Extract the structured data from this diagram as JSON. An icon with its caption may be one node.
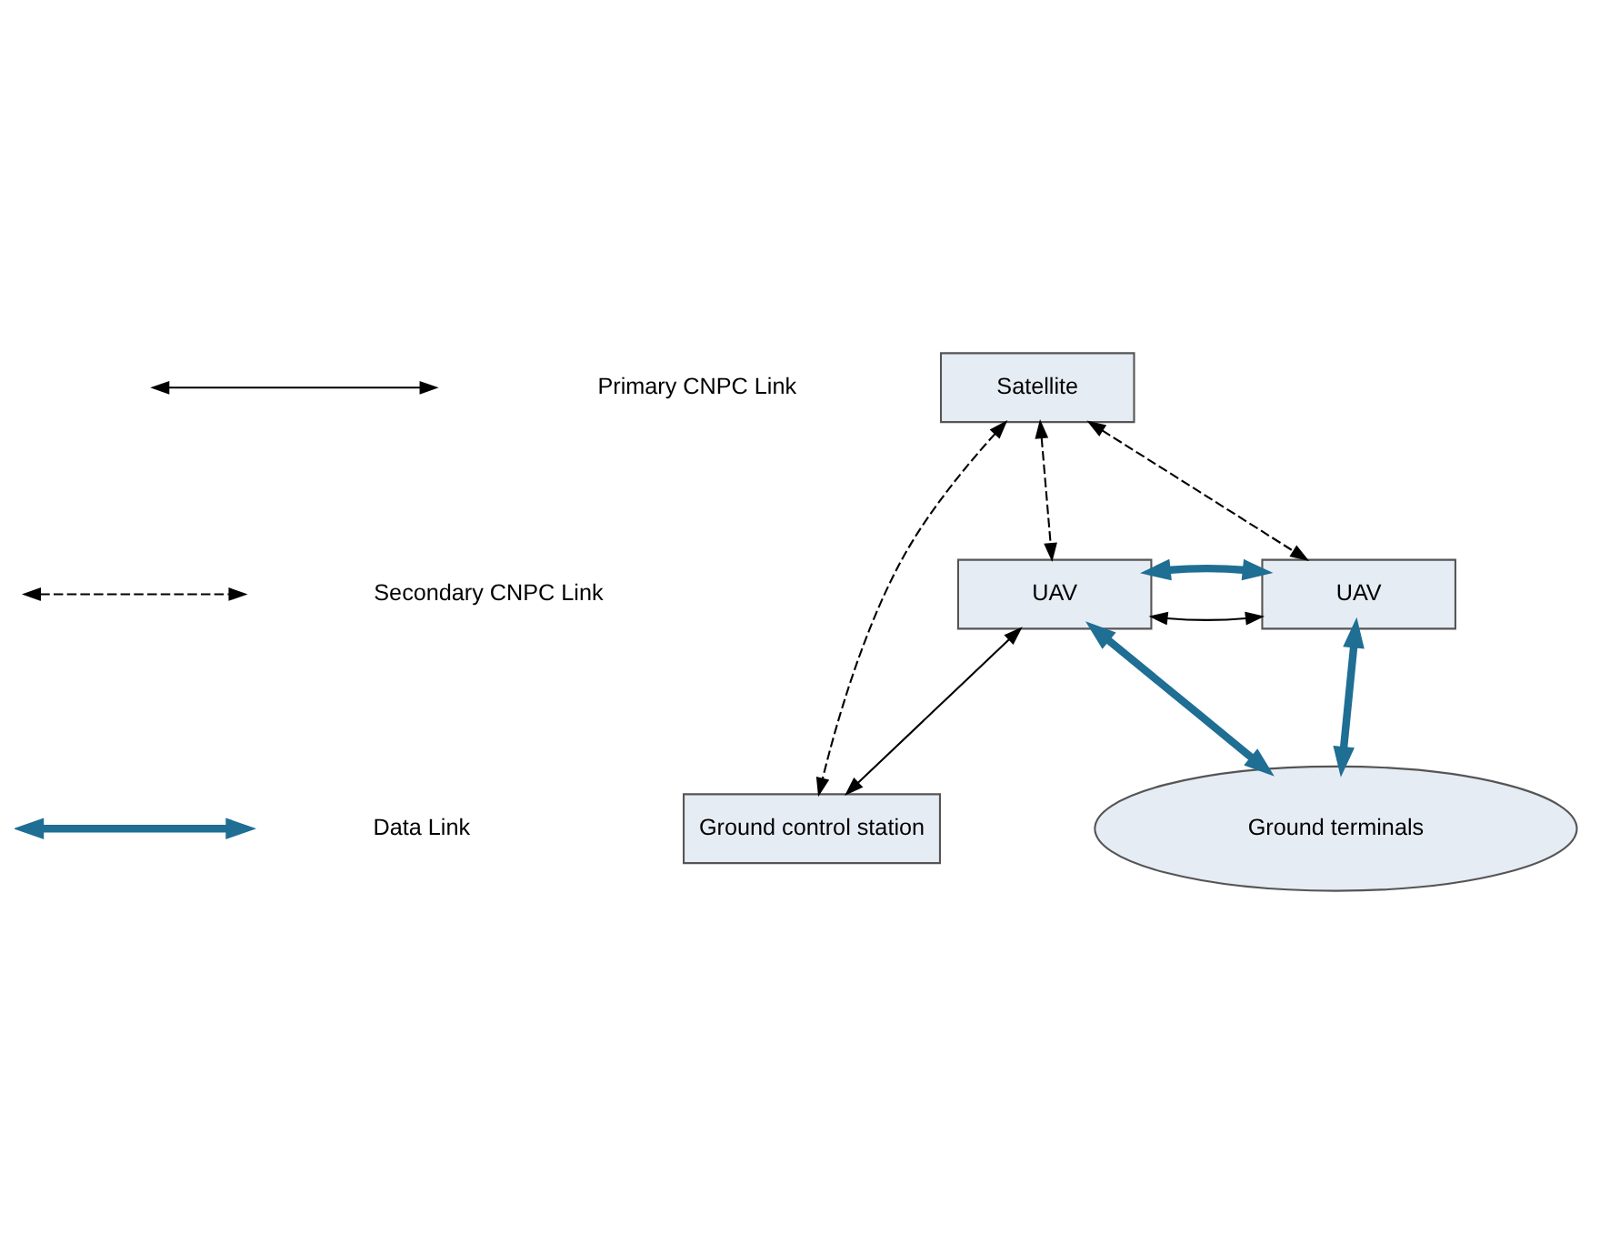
{
  "diagram": {
    "nodes": [
      {
        "text": [
          "Satellite"
        ]
      },
      {
        "text": [
          "UAV"
        ]
      },
      {
        "text": [
          "UAV"
        ]
      },
      {
        "text": [
          "Ground control station"
        ]
      },
      {
        "text": [
          "Ground terminals"
        ]
      }
    ],
    "edges": [
      {
        "from": 0,
        "to": 3,
        "arrow": "both",
        "style": "dashed"
      },
      {
        "from": 0,
        "to": 1,
        "arrow": "both",
        "style": "dashed"
      },
      {
        "from": 0,
        "to": 2,
        "arrow": "both",
        "style": "dashed"
      },
      {
        "from": 1,
        "to": 2,
        "arrow": "both"
      },
      {
        "from": 1,
        "to": 2,
        "arrow": "both",
        "style": "thick",
        "color": "#1f6e93"
      },
      {
        "from": 1,
        "to": 3,
        "arrow": "both"
      },
      {
        "from": 1,
        "to": 4,
        "arrow": "both",
        "style": "thick",
        "color": "#1f6e93"
      },
      {
        "from": 2,
        "to": 4,
        "arrow": "both",
        "style": "thick",
        "color": "#1f6e93"
      }
    ],
    "legend": [
      {
        "text": "Primary CNPC Link"
      },
      {
        "text": "Secondary CNPC Link"
      },
      {
        "text": "Data Link"
      }
    ]
  }
}
